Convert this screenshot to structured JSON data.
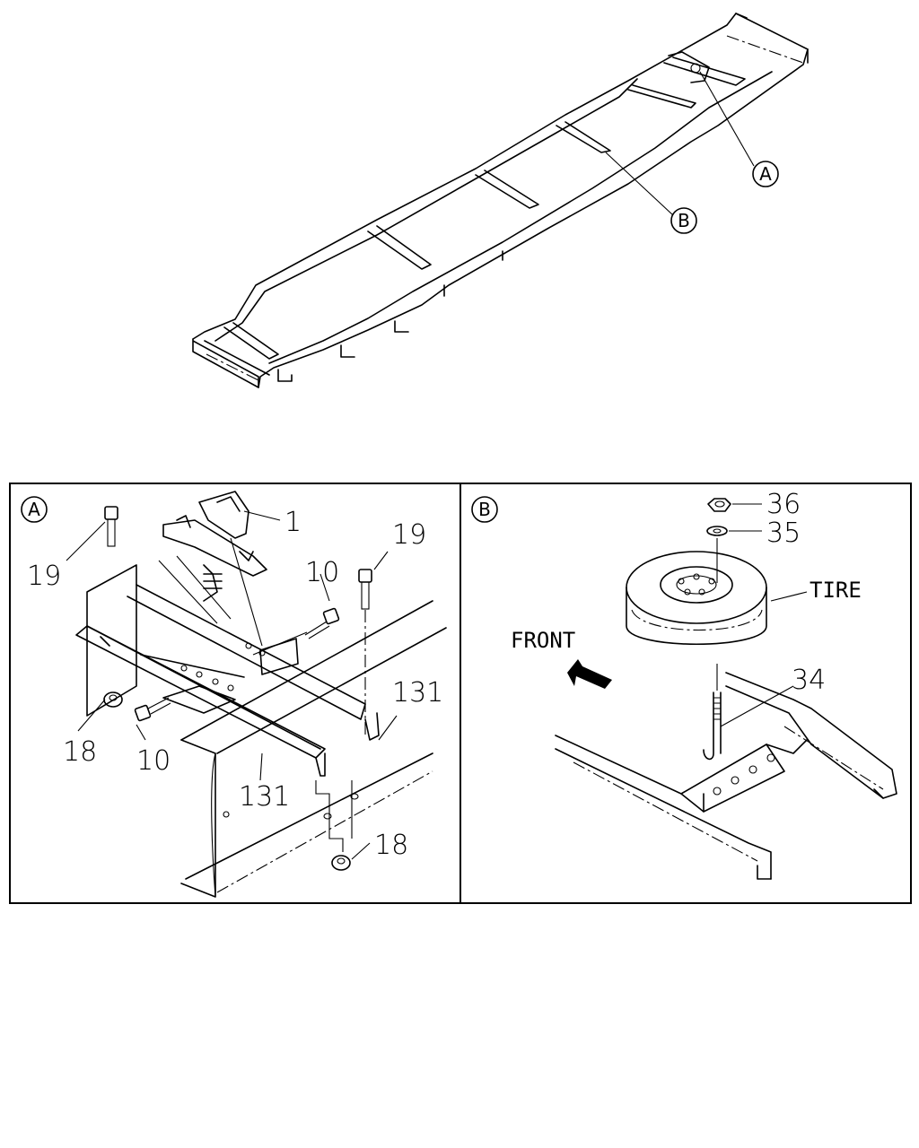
{
  "frame": {
    "callout_a": "A",
    "callout_b": "B"
  },
  "panel_a": {
    "tag": "A",
    "labels": {
      "p1": "1",
      "p19_left": "19",
      "p19_right": "19",
      "p10_upper": "10",
      "p10_lower": "10",
      "p18_left": "18",
      "p18_lower": "18",
      "p131_right": "131",
      "p131_lower": "131"
    }
  },
  "panel_b": {
    "tag": "B",
    "labels": {
      "p36": "36",
      "p35": "35",
      "p34": "34",
      "tire": "TIRE",
      "front": "FRONT"
    }
  }
}
